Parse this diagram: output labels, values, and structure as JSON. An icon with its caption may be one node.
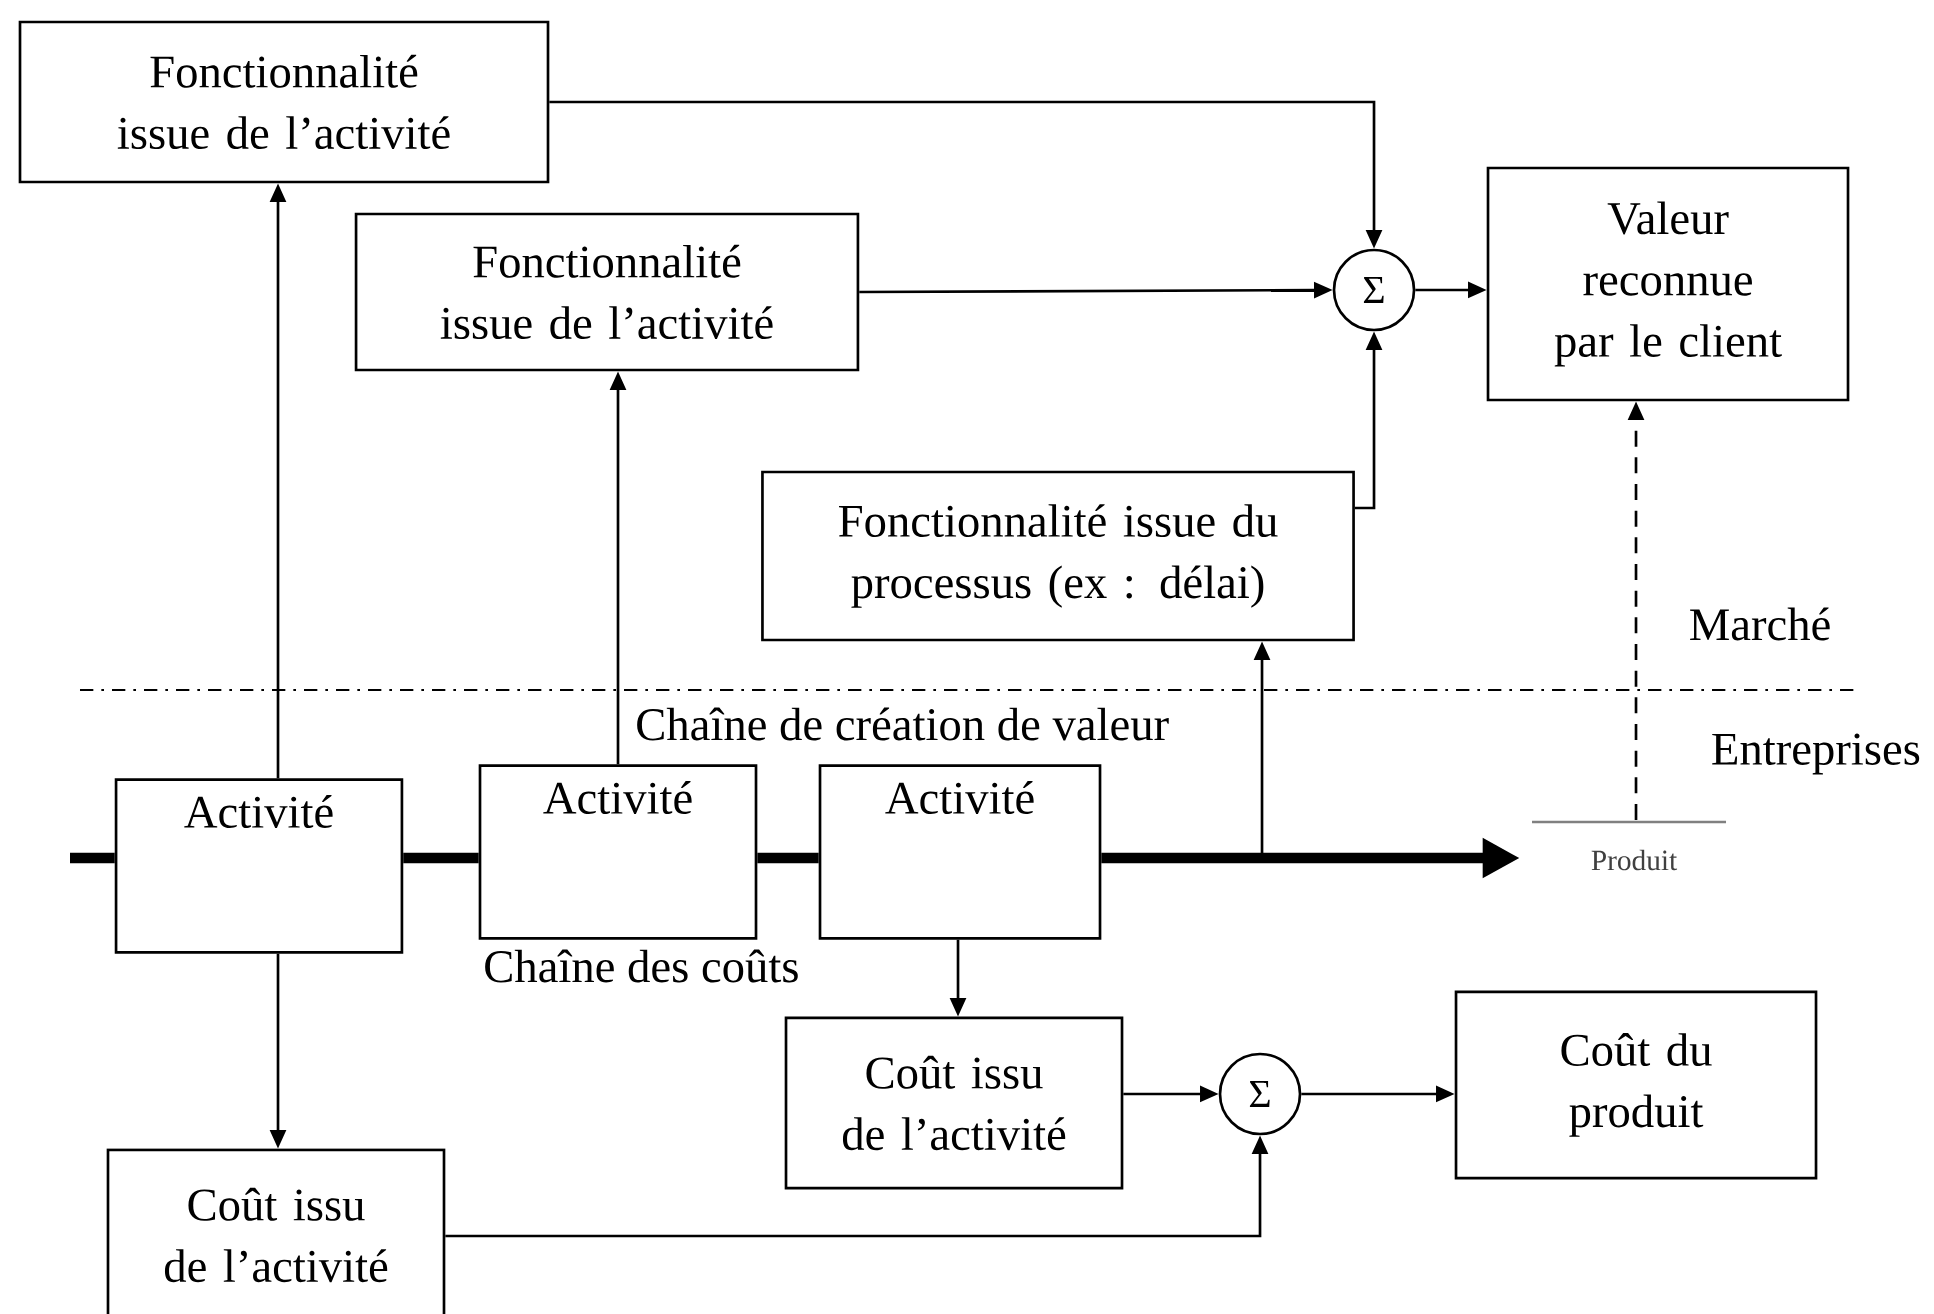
{
  "diagram": {
    "nodes": [
      {
        "text": [
          "Fonctionnalité issue de l’activité"
        ]
      },
      {
        "text": [
          "Fonctionnalité issue de l’activité"
        ]
      },
      {
        "text": [
          "Fonctionnalité issue du processus (ex : délai)"
        ]
      },
      {
        "text": [
          "Σ"
        ]
      },
      {
        "text": [
          "Valeur reconnue par le client"
        ]
      },
      {
        "text": [
          "Activité"
        ]
      },
      {
        "text": [
          "Activité"
        ]
      },
      {
        "text": [
          "Activité"
        ]
      },
      {
        "text": [
          "Produit"
        ]
      },
      {
        "text": [
          "Coût issu de l’activité"
        ]
      },
      {
        "text": [
          "Σ"
        ]
      },
      {
        "text": [
          "Coût du produit"
        ]
      },
      {
        "text": [
          "Coût issu de l’activité"
        ]
      }
    ],
    "edges": [
      {
        "from": 5,
        "to": 0,
        "arrow": "to"
      },
      {
        "from": 6,
        "to": 1,
        "arrow": "to"
      },
      {
        "from": 0,
        "to": 3,
        "arrow": "to"
      },
      {
        "from": 1,
        "to": 3,
        "arrow": "to"
      },
      {
        "from": 2,
        "to": 3,
        "arrow": "to"
      },
      {
        "from": 3,
        "to": 4,
        "arrow": "to"
      },
      {
        "from": 8,
        "to": 4,
        "arrow": "to",
        "style": "dashed"
      },
      {
        "from": null,
        "to": 5,
        "arrow": "none",
        "style": "thick"
      },
      {
        "from": 5,
        "to": 6,
        "arrow": "none",
        "style": "thick"
      },
      {
        "from": 6,
        "to": 7,
        "arrow": "none",
        "style": "thick"
      },
      {
        "from": 7,
        "to": 8,
        "arrow": "to",
        "style": "thick"
      },
      {
        "from": null,
        "to": 2,
        "arrow": "to"
      },
      {
        "from": 5,
        "to": 12,
        "arrow": "to"
      },
      {
        "from": 7,
        "to": 9,
        "arrow": "to"
      },
      {
        "from": 9,
        "to": 10,
        "arrow": "to"
      },
      {
        "from": 12,
        "to": 10,
        "arrow": "to"
      },
      {
        "from": 10,
        "to": 11,
        "arrow": "to"
      }
    ],
    "labels": [
      "Marché",
      "Chaîne de création de valeur",
      "Entreprises",
      "Chaîne des coûts"
    ]
  }
}
